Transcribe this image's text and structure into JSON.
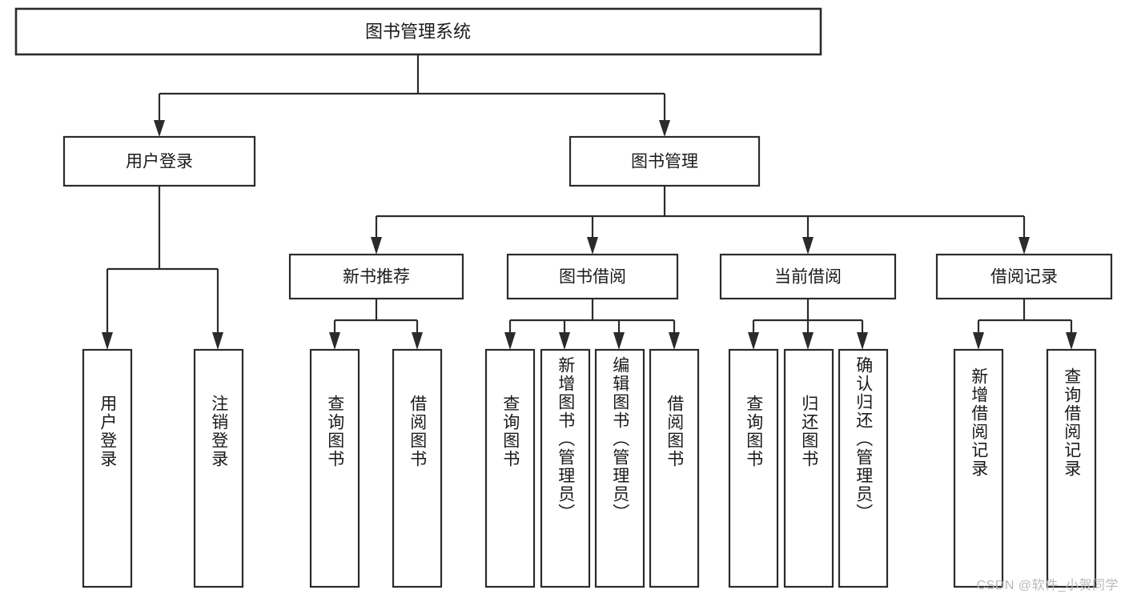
{
  "diagram": {
    "title": "图书管理系统",
    "type": "tree",
    "watermark": "CSDN @软件_小贺同学",
    "colors": {
      "stroke": "#2b2b2b",
      "fill": "#ffffff",
      "text": "#1a1a1a",
      "watermark": "#b9b9b9"
    },
    "root": {
      "label": "图书管理系统"
    },
    "level2": [
      {
        "label": "用户登录"
      },
      {
        "label": "图书管理"
      }
    ],
    "level3": [
      {
        "label": "新书推荐"
      },
      {
        "label": "图书借阅"
      },
      {
        "label": "当前借阅"
      },
      {
        "label": "借阅记录"
      }
    ],
    "leaves": {
      "user_login": [
        {
          "label": "用户登录"
        },
        {
          "label": "注销登录"
        }
      ],
      "new_book_recommend": [
        {
          "label": "查询图书"
        },
        {
          "label": "借阅图书"
        }
      ],
      "book_borrow": [
        {
          "label": "查询图书"
        },
        {
          "label": "新增图书（管理员）"
        },
        {
          "label": "编辑图书（管理员）"
        },
        {
          "label": "借阅图书"
        }
      ],
      "current_borrow": [
        {
          "label": "查询图书"
        },
        {
          "label": "归还图书"
        },
        {
          "label": "确认归还（管理员）"
        }
      ],
      "borrow_records": [
        {
          "label": "新增借阅记录"
        },
        {
          "label": "查询借阅记录"
        }
      ]
    }
  },
  "chart_data": {
    "type": "table",
    "title": "图书管理系统 功能结构图",
    "nodes": [
      {
        "id": "root",
        "label": "图书管理系统",
        "level": 0,
        "parent": null
      },
      {
        "id": "n_user_login",
        "label": "用户登录",
        "level": 1,
        "parent": "root"
      },
      {
        "id": "n_book_mgmt",
        "label": "图书管理",
        "level": 1,
        "parent": "root"
      },
      {
        "id": "n_new_book",
        "label": "新书推荐",
        "level": 2,
        "parent": "n_book_mgmt"
      },
      {
        "id": "n_book_borrow",
        "label": "图书借阅",
        "level": 2,
        "parent": "n_book_mgmt"
      },
      {
        "id": "n_current_borrow",
        "label": "当前借阅",
        "level": 2,
        "parent": "n_book_mgmt"
      },
      {
        "id": "n_borrow_record",
        "label": "借阅记录",
        "level": 2,
        "parent": "n_book_mgmt"
      },
      {
        "id": "l1",
        "label": "用户登录",
        "level": 2,
        "parent": "n_user_login"
      },
      {
        "id": "l2",
        "label": "注销登录",
        "level": 2,
        "parent": "n_user_login"
      },
      {
        "id": "l3",
        "label": "查询图书",
        "level": 3,
        "parent": "n_new_book"
      },
      {
        "id": "l4",
        "label": "借阅图书",
        "level": 3,
        "parent": "n_new_book"
      },
      {
        "id": "l5",
        "label": "查询图书",
        "level": 3,
        "parent": "n_book_borrow"
      },
      {
        "id": "l6",
        "label": "新增图书（管理员）",
        "level": 3,
        "parent": "n_book_borrow"
      },
      {
        "id": "l7",
        "label": "编辑图书（管理员）",
        "level": 3,
        "parent": "n_book_borrow"
      },
      {
        "id": "l8",
        "label": "借阅图书",
        "level": 3,
        "parent": "n_book_borrow"
      },
      {
        "id": "l9",
        "label": "查询图书",
        "level": 3,
        "parent": "n_current_borrow"
      },
      {
        "id": "l10",
        "label": "归还图书",
        "level": 3,
        "parent": "n_current_borrow"
      },
      {
        "id": "l11",
        "label": "确认归还（管理员）",
        "level": 3,
        "parent": "n_current_borrow"
      },
      {
        "id": "l12",
        "label": "新增借阅记录",
        "level": 3,
        "parent": "n_borrow_record"
      },
      {
        "id": "l13",
        "label": "查询借阅记录",
        "level": 3,
        "parent": "n_borrow_record"
      }
    ]
  }
}
